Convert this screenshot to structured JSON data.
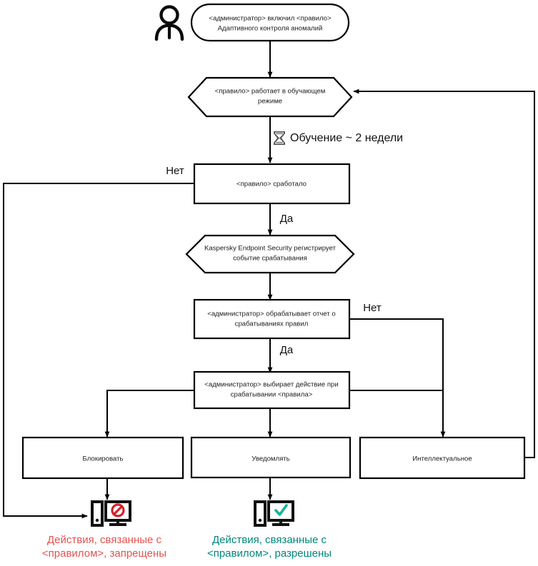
{
  "diagram": {
    "title": "Adaptive Anomaly Control rule workflow",
    "colors": {
      "line": "#000000",
      "text": "#1a1a1a",
      "denied": "#e0534f",
      "allowed": "#00877a",
      "denied_icon": "#d1232a",
      "allowed_icon": "#17b39a"
    },
    "actor": {
      "icon": "person-icon",
      "label": ""
    },
    "nodes": {
      "start": {
        "shape": "rounded",
        "line1": "<администратор> включил <правило>",
        "line2": "Адаптивного контроля аномалий"
      },
      "learning": {
        "shape": "hexagon",
        "line1": "<правило>  работает в обучающем",
        "line2": "режиме"
      },
      "triggered": {
        "shape": "rect",
        "line1": "<правило> сработало"
      },
      "register": {
        "shape": "hexagon",
        "line1": "Kaspersky Endpoint Security регистрирует",
        "line2": "событие срабатывания"
      },
      "report": {
        "shape": "rect",
        "line1": "<администратор> обрабатывает отчет о",
        "line2": "срабатываниях правил"
      },
      "choose": {
        "shape": "rect",
        "line1": "<администратор> выбирает действие при",
        "line2": "срабатывании <правила>"
      },
      "block": {
        "shape": "rect",
        "line1": "Блокировать"
      },
      "notify": {
        "shape": "rect",
        "line1": "Уведомлять"
      },
      "smart": {
        "shape": "rect",
        "line1": "Интеллектуальное"
      }
    },
    "edge_labels": {
      "learning_duration_icon": "hourglass-icon",
      "learning_duration": "Обучение ~ 2 недели",
      "triggered_no": "Нет",
      "triggered_yes": "Да",
      "report_no": "Нет",
      "report_yes": "Да"
    },
    "outcomes": {
      "denied": {
        "icon": "computer-denied-icon",
        "line1": "Действия, связанные с",
        "line2": "<правилом>, запрещены"
      },
      "allowed": {
        "icon": "computer-allowed-icon",
        "line1": "Действия, связанные с",
        "line2": "<правилом>, разрешены"
      }
    }
  }
}
